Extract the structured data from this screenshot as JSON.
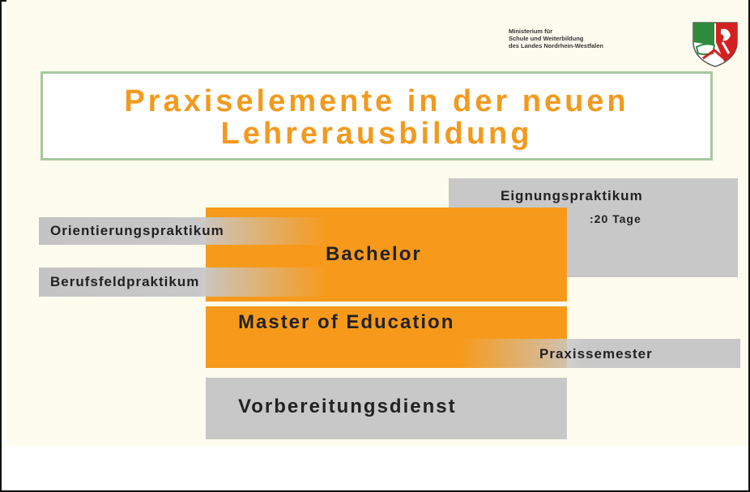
{
  "header": {
    "ministry_lines": [
      "Ministerium für",
      "Schule und Weiterbildung",
      "des Landes Nordrhein-Westfalen"
    ],
    "colors": {
      "crest_green": "#2e8b3e",
      "crest_red": "#d42020",
      "crest_white": "#ffffff"
    }
  },
  "title": {
    "line1": "Praxiselemente in der neuen",
    "line2": "Lehrerausbildung",
    "color": "#f29a1e"
  },
  "blocks": {
    "eignungspraktikum": {
      "label": "Eignungspraktikum",
      "sub": ":20 Tage"
    },
    "orientierungspraktikum": {
      "label": "Orientierungspraktikum"
    },
    "bachelor": {
      "label": "Bachelor"
    },
    "berufsfeldpraktikum": {
      "label": "Berufsfeldpraktikum"
    },
    "master": {
      "label": "Master of Education"
    },
    "praxissemester": {
      "label": "Praxissemester"
    },
    "vorbereitungsdienst": {
      "label": "Vorbereitungsdienst"
    }
  },
  "colors": {
    "orange": "#f79a1c",
    "gray": "#c8c8c8",
    "slide_bg": "#fdfcee",
    "title_border": "#a9c8a0"
  }
}
